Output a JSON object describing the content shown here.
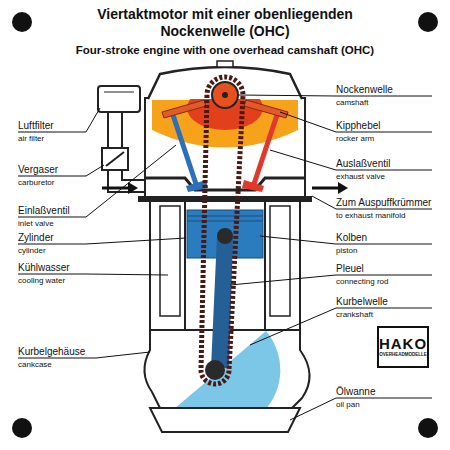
{
  "diagram": {
    "title": "Viertaktmotor mit einer obenliegenden Nockenwelle (OHC)",
    "nodes": [
      {
        "text": [
          "HAKO",
          "OVERHEADMODELLE"
        ]
      }
    ],
    "labels": [
      "Four-stroke engine with one overhead camshaft (OHC)",
      "Nockenwelle",
      "camshaft",
      "Kipphebel",
      "rocker arm",
      "Auslaßventil",
      "exhaust valve",
      "Zum Auspuffkrümmer",
      "to exhaust manifold",
      "Kolben",
      "piston",
      "Pleuel",
      "connecting rod",
      "Kurbelwelle",
      "crankshaft",
      "Ölwanne",
      "oil pan",
      "Luftfilter",
      "air filter",
      "Vergaser",
      "carburetor",
      "Einlaßventil",
      "inlet valve",
      "Zylinder",
      "cylinder",
      "Kühlwasser",
      "cooling water",
      "Kurbelgehäuse",
      "cankcase"
    ]
  }
}
